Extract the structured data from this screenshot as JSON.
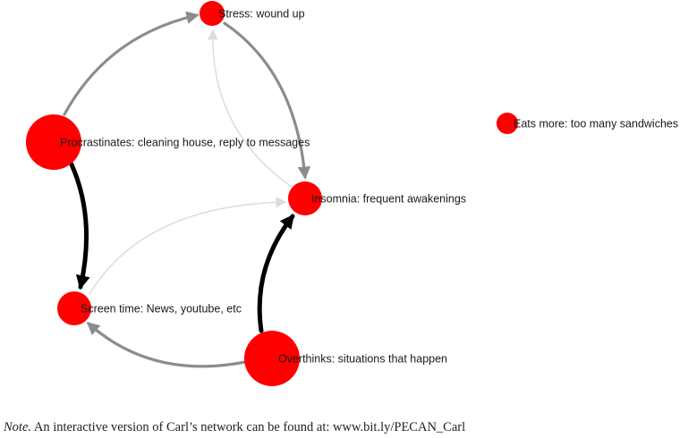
{
  "network": {
    "nodes": [
      {
        "id": "stress",
        "label": "Stress: wound up",
        "color": "#ff0000"
      },
      {
        "id": "procrastinates",
        "label": "Procrastinates: cleaning house, reply to messages",
        "color": "#ff0000"
      },
      {
        "id": "insomnia",
        "label": "Insomnia: frequent awakenings",
        "color": "#ff0000"
      },
      {
        "id": "eats",
        "label": "Eats more: too many sandwiches",
        "color": "#ff0000"
      },
      {
        "id": "screen",
        "label": "Screen time: News, youtube, etc",
        "color": "#ff0000"
      },
      {
        "id": "overthinks",
        "label": "Overthinks: situations that happen",
        "color": "#ff0000"
      }
    ],
    "edges": [
      {
        "from": "procrastinates",
        "to": "stress",
        "strength": "medium",
        "color": "#8c8c8c"
      },
      {
        "from": "stress",
        "to": "insomnia",
        "strength": "medium",
        "color": "#8c8c8c"
      },
      {
        "from": "insomnia",
        "to": "stress",
        "strength": "weak",
        "color": "#dcdcdc"
      },
      {
        "from": "procrastinates",
        "to": "screen",
        "strength": "strong",
        "color": "#000000"
      },
      {
        "from": "screen",
        "to": "insomnia",
        "strength": "weak",
        "color": "#dcdcdc"
      },
      {
        "from": "overthinks",
        "to": "insomnia",
        "strength": "strong",
        "color": "#000000"
      },
      {
        "from": "overthinks",
        "to": "screen",
        "strength": "medium",
        "color": "#8c8c8c"
      }
    ]
  },
  "note": {
    "lead": "Note.",
    "text": "An interactive version of Carl’s network can be found at: www.bit.ly/PECAN_Carl"
  }
}
